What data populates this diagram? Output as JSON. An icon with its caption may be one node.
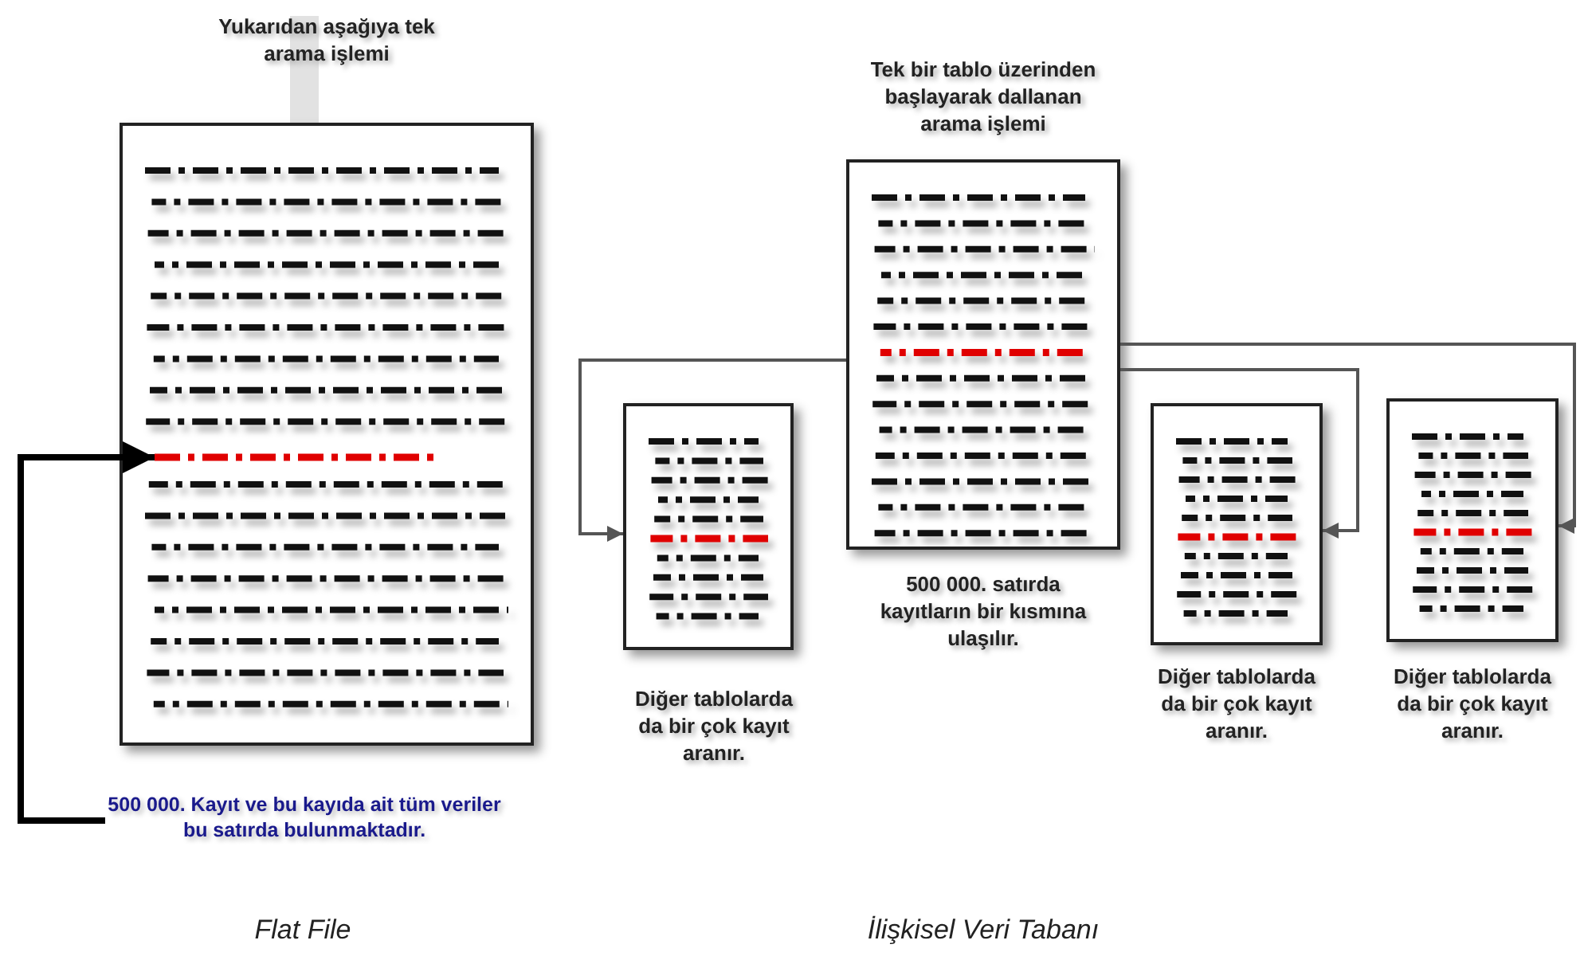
{
  "diagram": {
    "nodes": [
      {
        "text": [
          "Yukarıdan aşağıya tek arama işlemi"
        ]
      },
      {
        "text": [],
        "shape": "bar",
        "in": 0
      },
      {
        "text": [
          "500 000. Kayıt ve bu kayıda ait tüm veriler bu satırda bulunmaktadır."
        ]
      },
      {
        "text": [
          "Tek bir tablo üzerinden başlayarak dallanan arama işlemi"
        ],
        "beside": [
          "500 000. satırda kayıtların bir kısmına ulaşılır."
        ]
      },
      {
        "text": [],
        "shape": "box",
        "beside": [
          "Diğer tablolarda da bir çok kayıt aranır."
        ]
      },
      {
        "text": [],
        "shape": "box",
        "beside": [
          "Diğer tablolarda da bir çok kayıt aranır."
        ]
      },
      {
        "text": [],
        "shape": "box",
        "beside": [
          "Diğer tablolarda da bir çok kayıt aranır."
        ]
      }
    ],
    "edges": [
      {
        "from": 2,
        "to": 1,
        "arrow": "to",
        "style": "thick",
        "color": "#000000"
      },
      {
        "from": 3,
        "to": 4,
        "arrow": "to"
      },
      {
        "from": 3,
        "to": 5,
        "arrow": "to"
      },
      {
        "from": 3,
        "to": 6,
        "arrow": "to"
      }
    ],
    "labels": [
      "Flat File",
      "İlişkisel Veri Tabanı"
    ]
  }
}
